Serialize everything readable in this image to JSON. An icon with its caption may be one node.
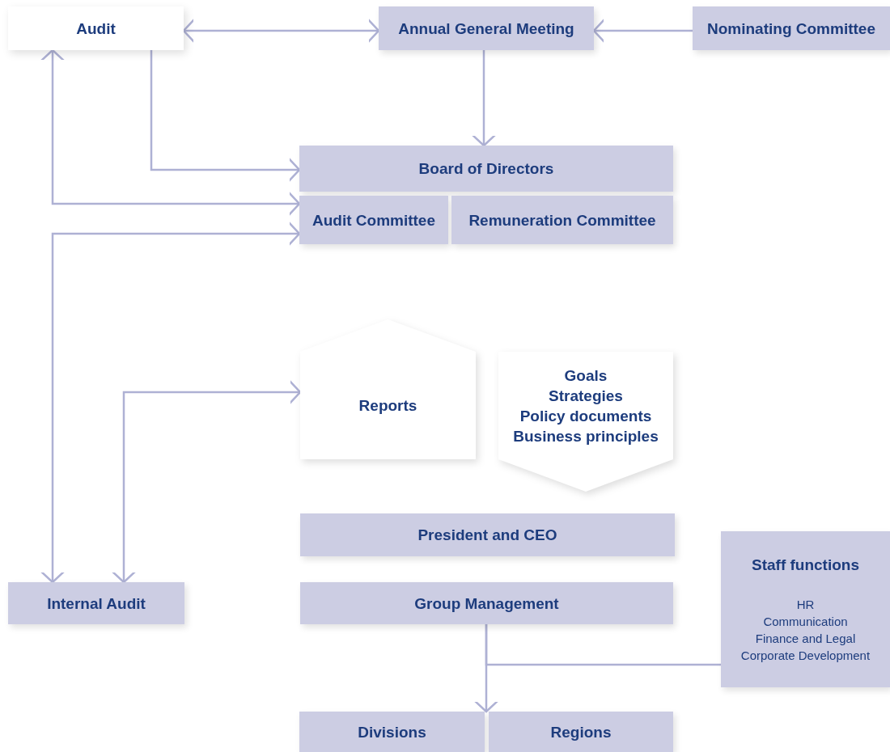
{
  "diagram": {
    "nodes": [
      {
        "text": [
          "Audit"
        ]
      },
      {
        "text": [
          "Annual General Meeting"
        ]
      },
      {
        "text": [
          "Nominating Committee"
        ]
      },
      {
        "text": [
          "Board of Directors"
        ]
      },
      {
        "text": [
          "Audit Committee"
        ]
      },
      {
        "text": [
          "Remuneration Committee"
        ]
      },
      {
        "text": [
          "Reports"
        ]
      },
      {
        "text": [
          "Goals",
          "Strategies",
          "Policy documents",
          "Business principles"
        ]
      },
      {
        "text": [
          "President and CEO"
        ]
      },
      {
        "text": [
          "Staff functions",
          "HR",
          "Communication",
          "Finance and Legal",
          "Corporate Development"
        ]
      },
      {
        "text": [
          "Internal Audit"
        ]
      },
      {
        "text": [
          "Group Management"
        ]
      },
      {
        "text": [
          "Divisions"
        ]
      },
      {
        "text": [
          "Regions"
        ]
      }
    ],
    "edges": [
      {
        "from": 0,
        "to": 1,
        "arrow": "both"
      },
      {
        "from": 2,
        "to": 1,
        "arrow": "to"
      },
      {
        "from": 1,
        "to": 3,
        "arrow": "to"
      },
      {
        "from": 0,
        "to": 3,
        "arrow": "to"
      },
      {
        "from": 4,
        "to": 0,
        "arrow": "both"
      },
      {
        "from": 4,
        "to": 10,
        "arrow": "both"
      },
      {
        "from": 10,
        "to": 6,
        "arrow": "both"
      },
      {
        "from": 11,
        "to": 12,
        "arrow": "to"
      },
      {
        "from": 11,
        "to": 13,
        "arrow": "to"
      },
      {
        "from": 9,
        "to": 11,
        "arrow": "none"
      }
    ]
  }
}
